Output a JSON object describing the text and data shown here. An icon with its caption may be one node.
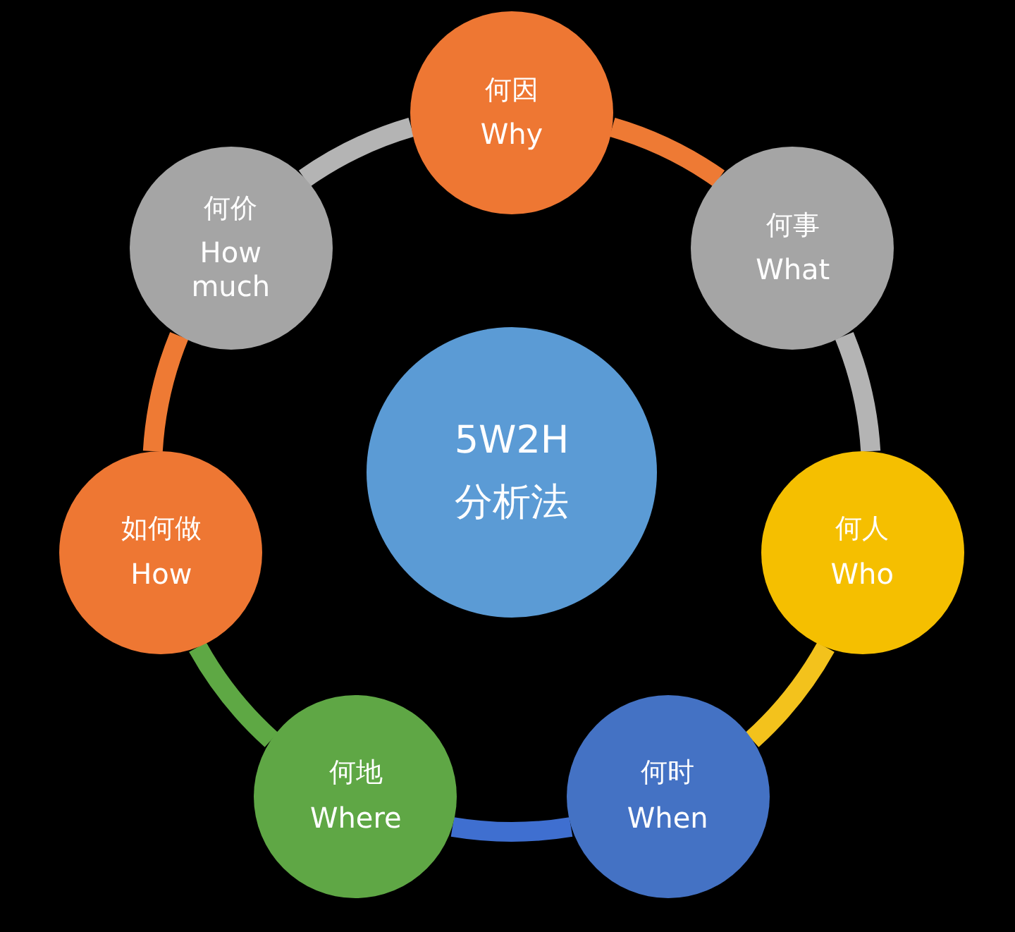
{
  "diagram": {
    "nodes": [
      {
        "text": [
          "何因",
          "Why"
        ]
      },
      {
        "text": [
          "何价",
          "How much"
        ]
      },
      {
        "text": [
          "何事",
          "What"
        ]
      },
      {
        "text": [
          "5W2H",
          "分析法"
        ]
      },
      {
        "text": [
          "如何做",
          "How"
        ]
      },
      {
        "text": [
          "何人",
          "Who"
        ]
      },
      {
        "text": [
          "何地",
          "Where"
        ]
      },
      {
        "text": [
          "何时",
          "When"
        ]
      }
    ],
    "edges": [
      {
        "from": 0,
        "to": 2,
        "arrow": "none",
        "color": "#ee7a34"
      },
      {
        "from": 2,
        "to": 5,
        "arrow": "none",
        "color": "#b4b4b4"
      },
      {
        "from": 5,
        "to": 7,
        "arrow": "none",
        "color": "#f3c21c"
      },
      {
        "from": 7,
        "to": 6,
        "arrow": "none",
        "color": "#3f6fd0"
      },
      {
        "from": 6,
        "to": 4,
        "arrow": "none",
        "color": "#5ea844"
      },
      {
        "from": 4,
        "to": 1,
        "arrow": "none",
        "color": "#ee7a34"
      },
      {
        "from": 1,
        "to": 0,
        "arrow": "none",
        "color": "#b4b4b4"
      }
    ]
  }
}
